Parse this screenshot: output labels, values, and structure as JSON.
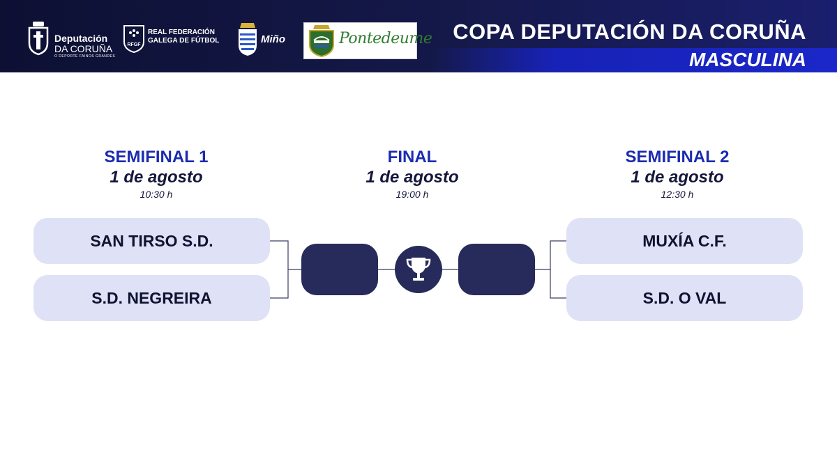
{
  "header": {
    "title": "COPA DEPUTACIÓN DA CORUÑA",
    "subtitle": "MASCULINA",
    "logos": {
      "deputacion": {
        "line1": "Deputación",
        "line2": "DA CORUÑA",
        "tagline": "O DEPORTE FAINOS GRANDES"
      },
      "rfgf": {
        "line1": "REAL FEDERACIÓN",
        "line2": "GALEGA DE FÚTBOL",
        "badge": "RFGF"
      },
      "mino": {
        "text": "Miño"
      },
      "pontedeume": {
        "text": "Pontedeume"
      }
    }
  },
  "rounds": {
    "semifinal1": {
      "name": "SEMIFINAL 1",
      "date": "1 de agosto",
      "time": "10:30 h"
    },
    "final": {
      "name": "FINAL",
      "date": "1 de agosto",
      "time": "19:00 h"
    },
    "semifinal2": {
      "name": "SEMIFINAL 2",
      "date": "1 de agosto",
      "time": "12:30 h"
    }
  },
  "teams": {
    "left_top": "SAN TIRSO S.D.",
    "left_bottom": "S.D. NEGREIRA",
    "right_top": "MUXÍA C.F.",
    "right_bottom": "S.D. O VAL"
  },
  "icons": {
    "trophy": "trophy-icon"
  },
  "colors": {
    "header_bg": "#15194a",
    "accent_blue": "#1b2bb0",
    "team_box": "#dfe1f6",
    "winner_box": "#272b5b"
  }
}
